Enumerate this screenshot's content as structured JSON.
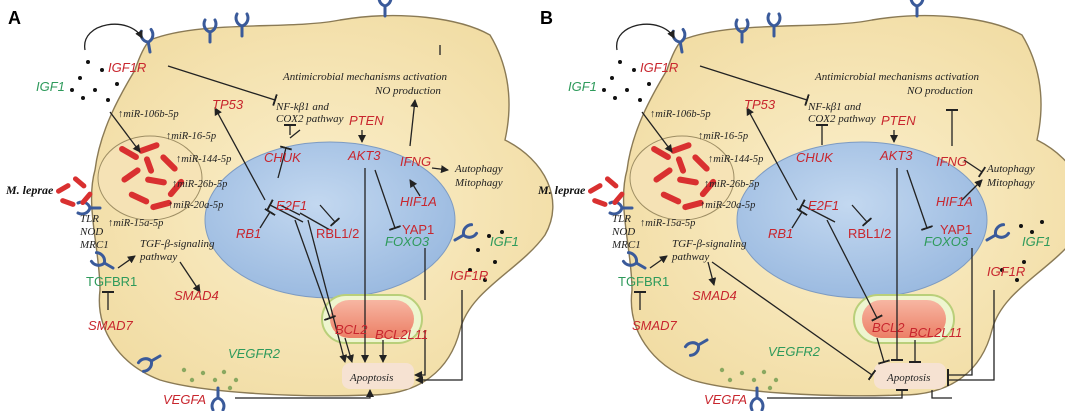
{
  "panels": [
    {
      "letter": "A",
      "labels": {
        "igf1r_top": "IGF1R",
        "igf1_left": "IGF1",
        "tp53": "TP53",
        "antimicrobial": "Antimicrobial mechanisms activation",
        "no_production": "NO production",
        "nfkb": "NF-kβ1 and",
        "cox2": "COX2 pathway",
        "pten": "PTEN",
        "chuk": "CHUK",
        "akt3": "AKT3",
        "ifng": "IFNG",
        "autophagy": "Autophagy",
        "mitophagy": "Mitophagy",
        "hif1a": "HIF1A",
        "e2f1": "E2F1",
        "rb1": "RB1",
        "rbl12": "RBL1/2",
        "yap1": "YAP1",
        "foxo3": "FOXO3",
        "igf1_right": "IGF1",
        "igf1r_right": "IGF1R",
        "m_leprae": "M. leprae",
        "tlr": "TLR",
        "nod": "NOD",
        "mrc1": "MRC1",
        "tgfb_signaling": "TGF-β-signaling",
        "pathway": "pathway",
        "tgfbr1": "TGFBR1",
        "smad4": "SMAD4",
        "smad7": "SMAD7",
        "bcl2": "BCL2",
        "bcl2l11": "BCL2L11",
        "vegfr2": "VEGFR2",
        "vegfa": "VEGFA",
        "apoptosis": "Apoptosis"
      },
      "mirnas": [
        "↑miR-106b-5p",
        "↑miR-16-5p",
        "↑miR-144-5p",
        "↑miR-26b-5p",
        "↑miR-20a-5p",
        "↑miR-15a-5p"
      ]
    },
    {
      "letter": "B",
      "labels": {
        "igf1r_top": "IGF1R",
        "igf1_left": "IGF1",
        "tp53": "TP53",
        "antimicrobial": "Antimicrobial mechanisms activation",
        "no_production": "NO production",
        "nfkb": "NF-kβ1 and",
        "cox2": "COX2 pathway",
        "pten": "PTEN",
        "chuk": "CHUK",
        "akt3": "AKT3",
        "ifng": "IFNG",
        "autophagy": "Autophagy",
        "mitophagy": "Mitophagy",
        "hif1a": "HIF1A",
        "e2f1": "E2F1",
        "rb1": "RB1",
        "rbl12": "RBL1/2",
        "yap1": "YAP1",
        "foxo3": "FOXO3",
        "igf1_right": "IGF1",
        "igf1r_right": "IGF1R",
        "m_leprae": "M. leprae",
        "tlr": "TLR",
        "nod": "NOD",
        "mrc1": "MRC1",
        "tgfb_signaling": "TGF-β-signaling",
        "pathway": "pathway",
        "tgfbr1": "TGFBR1",
        "smad4": "SMAD4",
        "smad7": "SMAD7",
        "bcl2": "BCL2",
        "bcl2l11": "BCL2L11",
        "vegfr2": "VEGFR2",
        "vegfa": "VEGFA",
        "apoptosis": "Apoptosis"
      },
      "mirnas": [
        "↑miR-106b-5p",
        "↑miR-16-5p",
        "↑miR-144-5p",
        "↑miR-26b-5p",
        "↑miR-20a-5p",
        "↑miR-15a-5p"
      ]
    }
  ],
  "colors": {
    "cytoplasm": "#f7e6b4",
    "nucleus": "#a9c6e8",
    "mitochondrion": "#f4a38c",
    "receptor": "#3a5a9a",
    "gene_red": "#c8262e",
    "gene_green": "#2e9a5b",
    "bacteria": "#d93030"
  }
}
